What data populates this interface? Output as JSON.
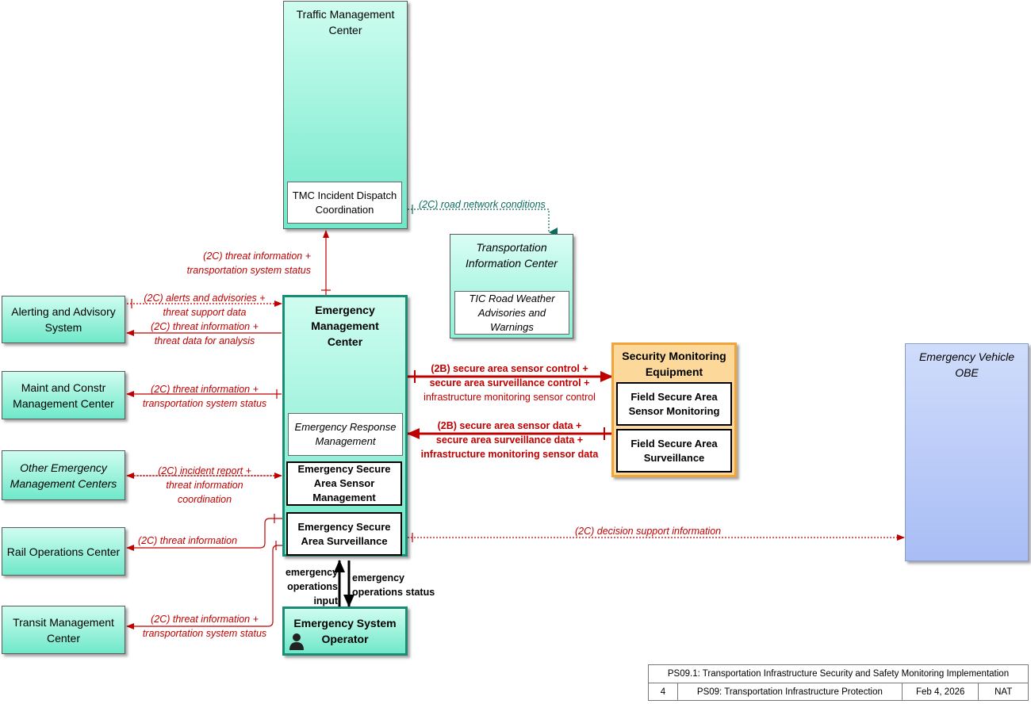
{
  "nodes": {
    "tmc": "Traffic Management Center",
    "tmc_incident": "TMC Incident Dispatch Coordination",
    "tic": "Transportation Information Center",
    "tic_weather": "TIC Road Weather Advisories and Warnings",
    "alerting": "Alerting and Advisory System",
    "maint": "Maint and Constr Management Center",
    "other_emc": "Other Emergency Management Centers",
    "rail": "Rail Operations Center",
    "transit": "Transit Management Center",
    "emc": "Emergency Management Center",
    "emc_response": "Emergency Response Management",
    "emc_sensor": "Emergency Secure Area Sensor Management",
    "emc_surveillance": "Emergency Secure Area Surveillance",
    "operator": "Emergency System Operator",
    "secmon": "Security Monitoring Equipment",
    "field_sensor": "Field Secure Area Sensor Monitoring",
    "field_surveillance": "Field Secure Area Surveillance",
    "vehicle": "Emergency Vehicle OBE"
  },
  "flows": {
    "tmc_threat_1": "(2C) threat information +",
    "tmc_threat_2": "transportation system status",
    "road_network": "(2C) road network conditions",
    "alerts_1": "(2C) alerts and advisories +",
    "alerts_2": "threat support data",
    "threat_analysis_1": "(2C) threat information +",
    "threat_analysis_2": "threat data for analysis",
    "maint_threat_1": "(2C) threat information +",
    "maint_threat_2": "transportation system status",
    "incident_1": "(2C) incident report +",
    "incident_2": "threat information",
    "incident_3": "coordination",
    "rail_threat": "(2C) threat information",
    "transit_threat_1": "(2C) threat information +",
    "transit_threat_2": "transportation system status",
    "sensor_control_1": "(2B) secure area sensor control +",
    "sensor_control_2": "secure area surveillance control +",
    "sensor_control_3": "infrastructure monitoring sensor control",
    "sensor_data_1": "(2B) secure area sensor data +",
    "sensor_data_2": "secure area surveillance data +",
    "sensor_data_3": "infrastructure monitoring sensor data",
    "decision_support": "(2C) decision support information",
    "ops_input_1": "emergency",
    "ops_input_2": "operations",
    "ops_input_3": "input",
    "ops_status_1": "emergency",
    "ops_status_2": "operations status"
  },
  "title_block": {
    "title": "PS09.1: Transportation Infrastructure Security and Safety Monitoring Implementation",
    "number": "4",
    "package": "PS09: Transportation Infrastructure Protection",
    "date": "Feb 4, 2026",
    "scope": "NAT"
  },
  "icons": {
    "operator": "person-icon"
  },
  "colors": {
    "flow_red": "#c00000",
    "flow_teal": "#0b6b5e",
    "center_teal": "#6fe8c9",
    "field_orange": "#f2a43b",
    "vehicle_blue": "#a9bdf5"
  }
}
